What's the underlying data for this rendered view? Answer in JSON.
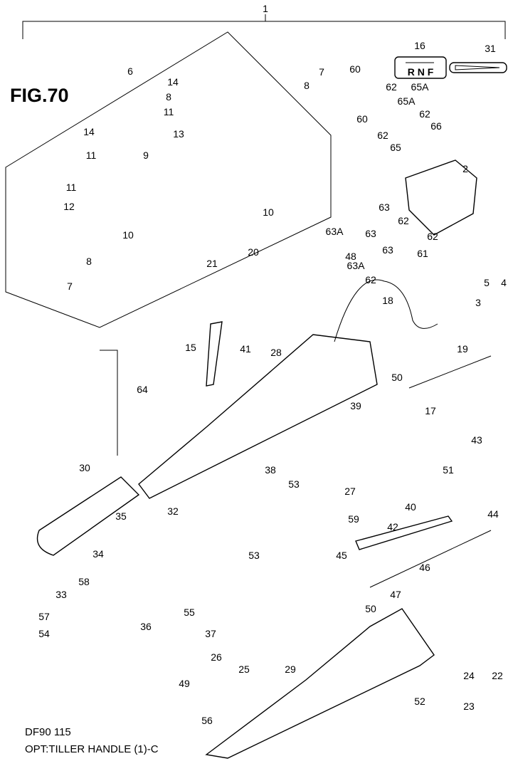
{
  "figure_title": "FIG.70",
  "footer": {
    "model": "DF90 115",
    "caption": "OPT:TILLER HANDLE (1)-C"
  },
  "shift_label": {
    "letters": "R N F"
  },
  "callouts": [
    "1",
    "6",
    "14",
    "8",
    "11",
    "14",
    "13",
    "9",
    "11",
    "11",
    "12",
    "10",
    "8",
    "7",
    "8",
    "7",
    "10",
    "16",
    "31",
    "60",
    "62",
    "65A",
    "65A",
    "62",
    "66",
    "60",
    "62",
    "65",
    "2",
    "63A",
    "63",
    "62",
    "63",
    "62",
    "63",
    "63A",
    "62",
    "61",
    "48",
    "3",
    "5",
    "4",
    "20",
    "21",
    "18",
    "19",
    "15",
    "41",
    "28",
    "64",
    "50",
    "17",
    "39",
    "43",
    "51",
    "40",
    "44",
    "27",
    "59",
    "42",
    "45",
    "46",
    "53",
    "38",
    "53",
    "30",
    "35",
    "32",
    "34",
    "33",
    "58",
    "57",
    "54",
    "36",
    "55",
    "37",
    "50",
    "47",
    "26",
    "25",
    "29",
    "49",
    "56",
    "22",
    "24",
    "52",
    "23"
  ]
}
